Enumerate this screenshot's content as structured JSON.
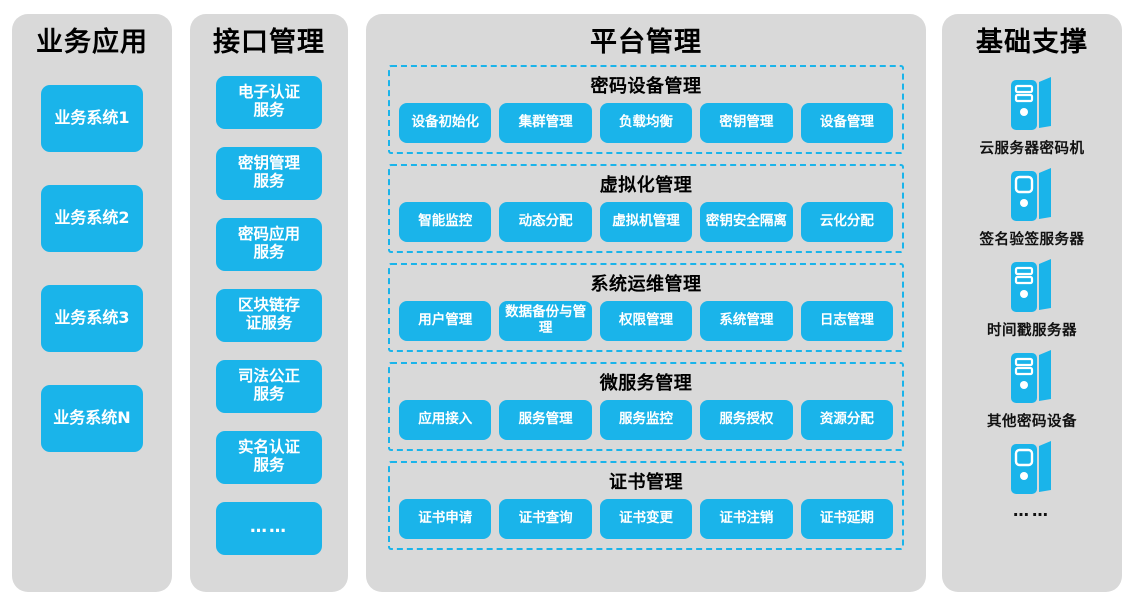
{
  "columns": {
    "business": {
      "title": "业务应用",
      "items": [
        {
          "label": "业务系统1"
        },
        {
          "label": "业务系统2"
        },
        {
          "label": "业务系统3"
        },
        {
          "label": "业务系统N"
        }
      ]
    },
    "interface": {
      "title": "接口管理",
      "items": [
        {
          "label": "电子认证\n服务"
        },
        {
          "label": "密钥管理\n服务"
        },
        {
          "label": "密码应用\n服务"
        },
        {
          "label": "区块链存\n证服务"
        },
        {
          "label": "司法公正\n服务"
        },
        {
          "label": "实名认证\n服务"
        },
        {
          "label": "……"
        }
      ]
    },
    "platform": {
      "title": "平台管理",
      "groups": [
        {
          "title": "密码设备管理",
          "items": [
            "设备初始化",
            "集群管理",
            "负载均衡",
            "密钥管理",
            "设备管理"
          ]
        },
        {
          "title": "虚拟化管理",
          "items": [
            "智能监控",
            "动态分配",
            "虚拟机管理",
            "密钥安全隔离",
            "云化分配"
          ]
        },
        {
          "title": "系统运维管理",
          "items": [
            "用户管理",
            "数据备份与管理",
            "权限管理",
            "系统管理",
            "日志管理"
          ]
        },
        {
          "title": "微服务管理",
          "items": [
            "应用接入",
            "服务管理",
            "服务监控",
            "服务授权",
            "资源分配"
          ]
        },
        {
          "title": "证书管理",
          "items": [
            "证书申请",
            "证书查询",
            "证书变更",
            "证书注销",
            "证书延期"
          ]
        }
      ]
    },
    "infrastructure": {
      "title": "基础支撑",
      "items": [
        {
          "icon": "server-tower-icon",
          "label": "云服务器密码机"
        },
        {
          "icon": "server-tower-icon",
          "label": "签名验签服务器"
        },
        {
          "icon": "server-tower-icon",
          "label": "时间戳服务器"
        },
        {
          "icon": "server-tower-icon",
          "label": "其他密码设备"
        },
        {
          "icon": "server-tower-icon",
          "label": "……"
        }
      ]
    }
  },
  "colors": {
    "accent_blue": "#1ab4ea",
    "panel_gray": "#d9d9d9",
    "page_background": "#ffffff",
    "text_dark": "#000000",
    "pill_text": "#ffffff"
  }
}
